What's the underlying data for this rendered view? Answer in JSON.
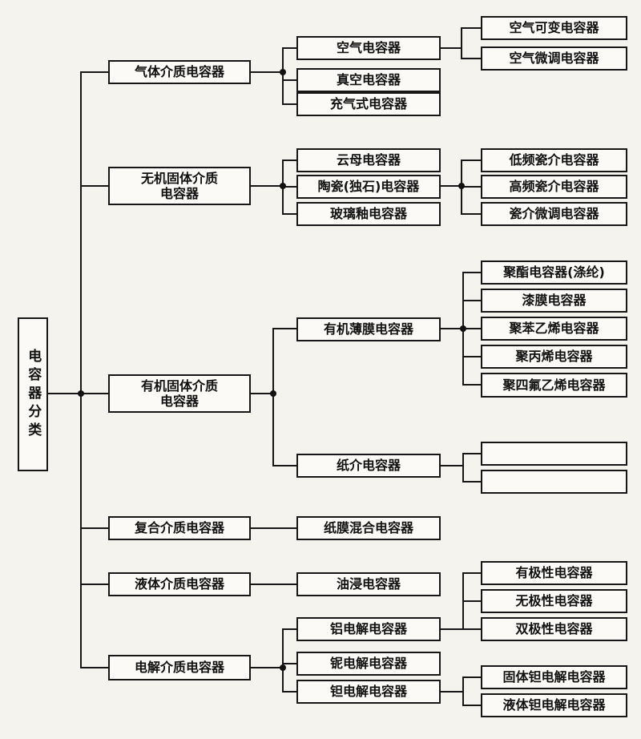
{
  "diagram": {
    "root": "电容器分类",
    "level2": {
      "gas": "气体介质电容器",
      "inorganic": "无机固体介质\n电容器",
      "organic": "有机固体介质\n电容器",
      "composite": "复合介质电容器",
      "liquid": "液体介质电容器",
      "electrolytic": "电解介质电容器"
    },
    "level3": {
      "air": "空气电容器",
      "vacuum": "真空电容器",
      "gas_filled": "充气式电容器",
      "mica": "云母电容器",
      "ceramic": "陶瓷(独石)电容器",
      "glass_glaze": "玻璃釉电容器",
      "organic_film": "有机薄膜电容器",
      "paper": "纸介电容器",
      "paper_film_mix": "纸膜混合电容器",
      "oil_immersed": "油浸电容器",
      "aluminum": "铝电解电容器",
      "niobium": "铌电解电容器",
      "tantalum": "钽电解电容器"
    },
    "level4": {
      "air_variable": "空气可变电容器",
      "air_trimmer": "空气微调电容器",
      "low_freq_ceramic": "低频瓷介电容器",
      "high_freq_ceramic": "高频瓷介电容器",
      "ceramic_trimmer": "瓷介微调电容器",
      "polyester": "聚酯电容器(涤纶)",
      "lacquer_film": "漆膜电容器",
      "polystyrene": "聚苯乙烯电容器",
      "polypropylene": "聚丙烯电容器",
      "ptfe": "聚四氟乙烯电容器",
      "polar": "有极性电容器",
      "nonpolar": "无极性电容器",
      "bipolar": "双极性电容器",
      "solid_tantalum": "固体钽电解电容器",
      "liquid_tantalum": "液体钽电解电容器"
    }
  }
}
